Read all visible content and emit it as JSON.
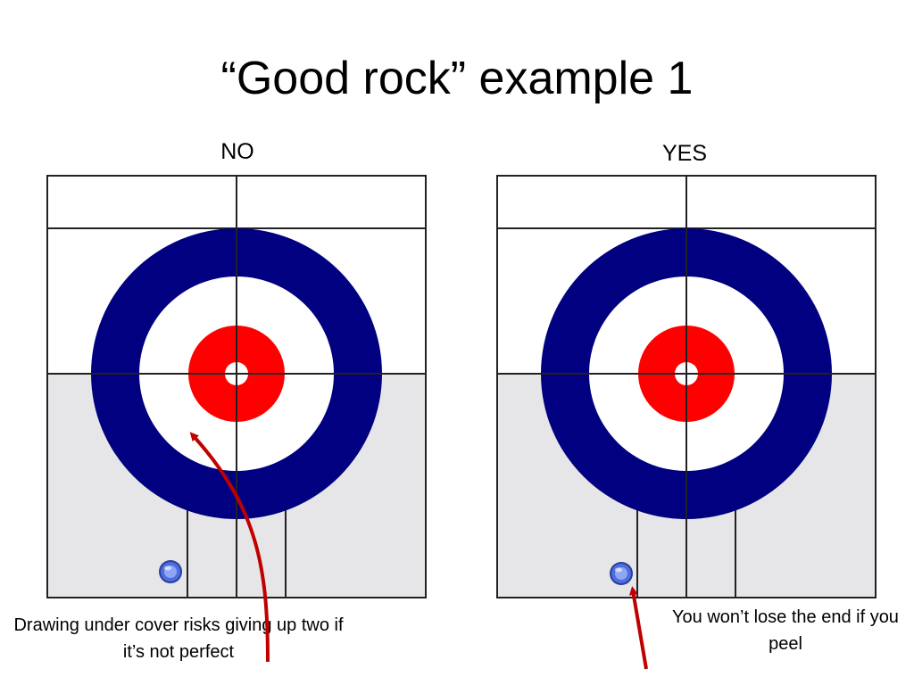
{
  "title": "“Good rock” example 1",
  "panels": {
    "left": {
      "label": "NO",
      "caption": "Drawing under cover risks giving up two if it’s not perfect"
    },
    "right": {
      "label": "YES",
      "caption": "You won’t lose the end if you peel"
    }
  },
  "colors": {
    "house_outer": "#000080",
    "house_middle": "#ffffff",
    "house_four_foot": "#ff0000",
    "ice_lower": "#e6e6e8",
    "stone": "#3b5fd1",
    "arrow": "#c00000"
  },
  "icons": {
    "stone": "curling-stone-icon",
    "arrow": "arrow-icon"
  }
}
